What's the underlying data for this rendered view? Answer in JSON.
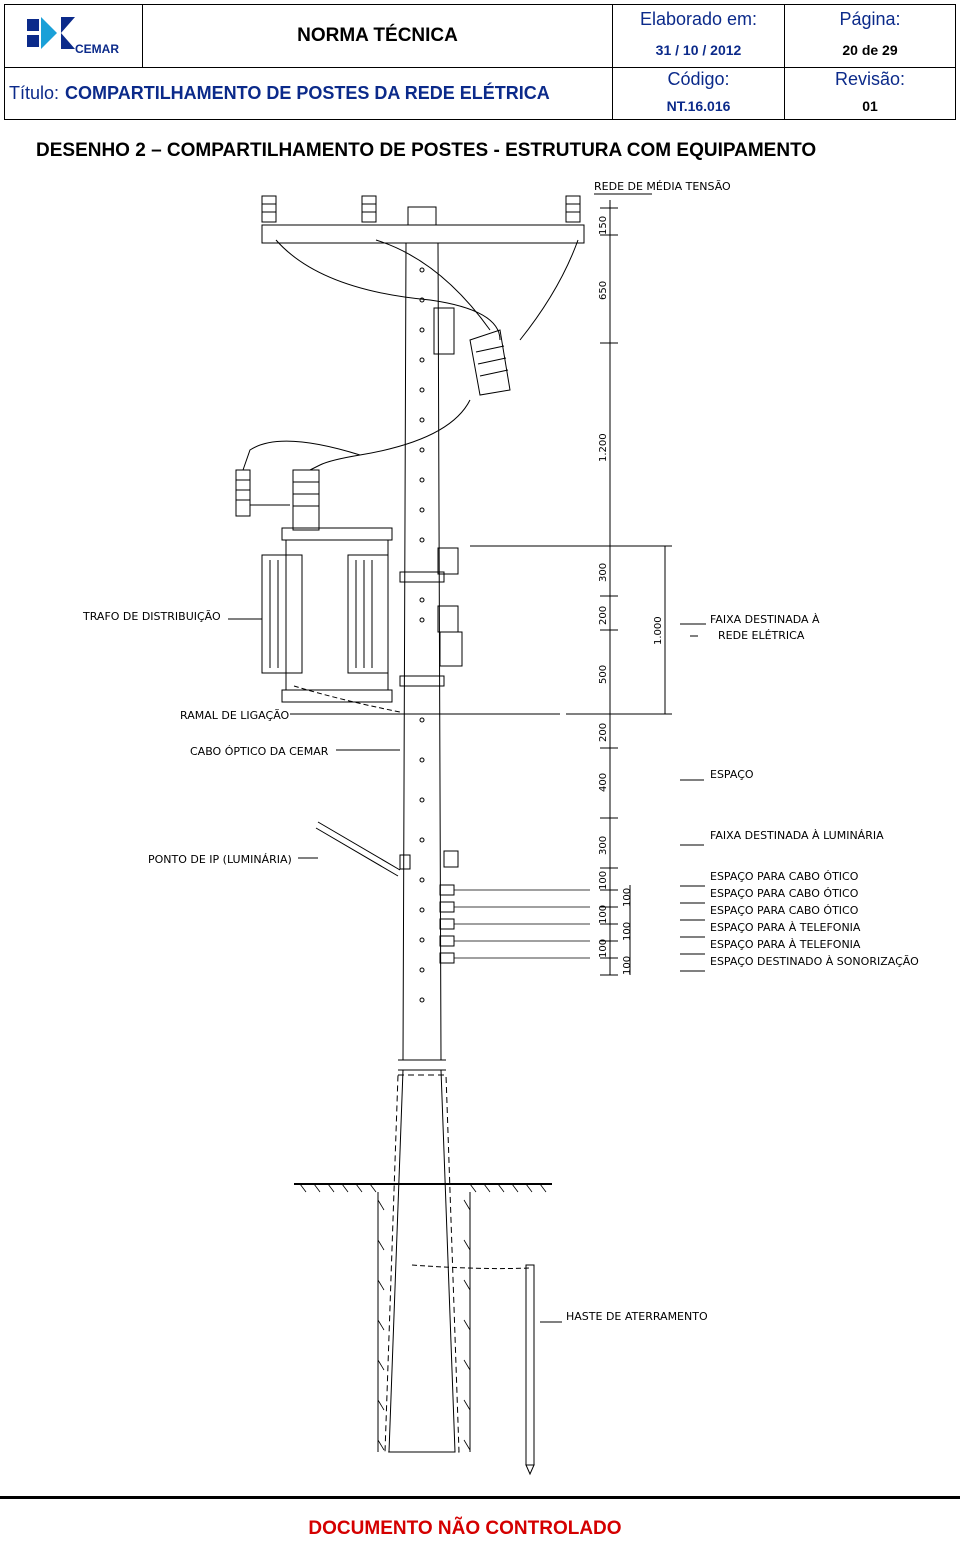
{
  "header": {
    "logo_text": "CEMAR",
    "norma": "NORMA TÉCNICA",
    "elaborado_label": "Elaborado em:",
    "elaborado_value": "31 / 10 / 2012",
    "pagina_label": "Página:",
    "pagina_value": "20 de 29",
    "titulo_label": "Título:",
    "titulo_value": "COMPARTILHAMENTO DE POSTES DA REDE ELÉTRICA",
    "codigo_label": "Código:",
    "codigo_value": "NT.16.016",
    "revisao_label": "Revisão:",
    "revisao_value": "01",
    "brand_color": "#0b2a8a"
  },
  "drawing_title": "DESENHO 2 – COMPARTILHAMENTO DE POSTES - ESTRUTURA COM EQUIPAMENTO",
  "labels": {
    "rede_media": "REDE DE MÉDIA TENSÃO",
    "trafo": "TRAFO DE DISTRIBUIÇÃO",
    "ramal": "RAMAL DE LIGAÇÃO",
    "cabo_optico": "CABO ÓPTICO DA CEMAR",
    "ponto_ip": "PONTO DE IP (LUMINÁRIA)",
    "faixa_rede_1": "FAIXA DESTINADA À",
    "faixa_rede_2": "REDE ELÉTRICA",
    "espaco": "ESPAÇO",
    "faixa_luminaria": "FAIXA DESTINADA À LUMINÁRIA",
    "cabo_otico_1": "ESPAÇO PARA CABO ÓTICO",
    "cabo_otico_2": "ESPAÇO PARA CABO ÓTICO",
    "cabo_otico_3": "ESPAÇO PARA CABO ÓTICO",
    "telefonia_1": "ESPAÇO PARA À TELEFONIA",
    "telefonia_2": "ESPAÇO PARA À TELEFONIA",
    "sonorizacao": "ESPAÇO DESTINADO À SONORIZAÇÃO",
    "haste": "HASTE DE ATERRAMENTO"
  },
  "dimensions": {
    "d150": "150",
    "d650": "650",
    "d1200": "1.200",
    "d300a": "300",
    "d200a": "200",
    "d500": "500",
    "d200b": "200",
    "d400": "400",
    "d300b": "300",
    "d100a": "100",
    "d100b": "100",
    "d100c": "100",
    "d100d": "100",
    "d100e": "100",
    "d100f": "100",
    "d1000": "1.000"
  },
  "footer": "DOCUMENTO NÃO CONTROLADO",
  "footer_color": "#d40000"
}
